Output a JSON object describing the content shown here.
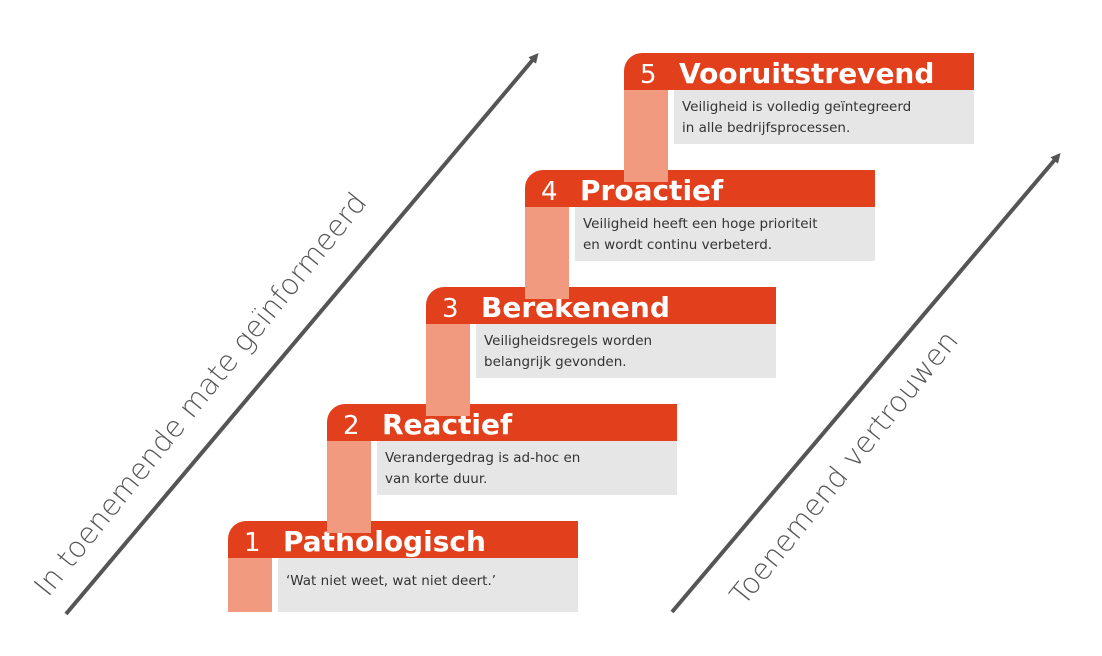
{
  "colors": {
    "accent": "#e2401c",
    "connector": "#f29a80",
    "description_bg": "#e6e6e6",
    "arrow": "#555555",
    "text_dark": "#333333",
    "text_light": "#ffffff"
  },
  "axes": {
    "left_label": "In toenemende mate geïnformeerd",
    "right_label": "Toenemend vertrouwen"
  },
  "steps": [
    {
      "number": "1",
      "title": "Pathologisch",
      "description": [
        "‘Wat niet weet, wat niet deert.’"
      ]
    },
    {
      "number": "2",
      "title": "Reactief",
      "description": [
        "Verandergedrag is ad-hoc en",
        "van korte duur."
      ]
    },
    {
      "number": "3",
      "title": "Berekenend",
      "description": [
        "Veiligheidsregels worden",
        "belangrijk gevonden."
      ]
    },
    {
      "number": "4",
      "title": "Proactief",
      "description": [
        "Veiligheid heeft een hoge prioriteit",
        "en wordt continu verbeterd."
      ]
    },
    {
      "number": "5",
      "title": "Vooruitstrevend",
      "description": [
        "Veiligheid is volledig geïntegreerd",
        "in alle bedrijfsprocessen."
      ]
    }
  ]
}
